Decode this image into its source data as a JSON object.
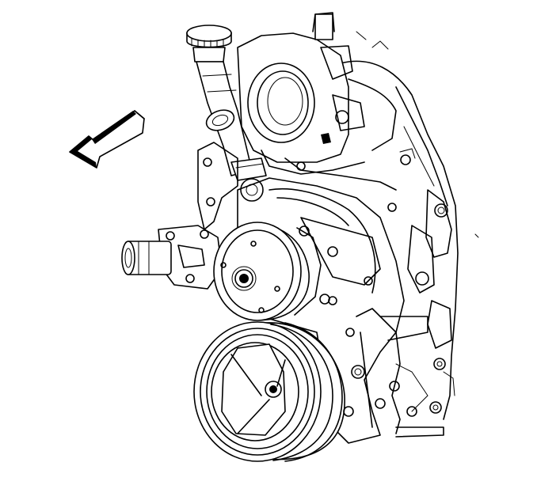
{
  "figure": {
    "subject": "engine-front-view",
    "components": [
      "direction-arrow",
      "radiator-cap",
      "coolant-inlet-tube",
      "throttle-body",
      "thermostat-housing-outlet",
      "water-pump-pulley",
      "crankshaft-balancer",
      "front-cover",
      "engine-block"
    ],
    "arrow_direction": "left",
    "line_color": "#000000",
    "background_color": "#ffffff"
  }
}
